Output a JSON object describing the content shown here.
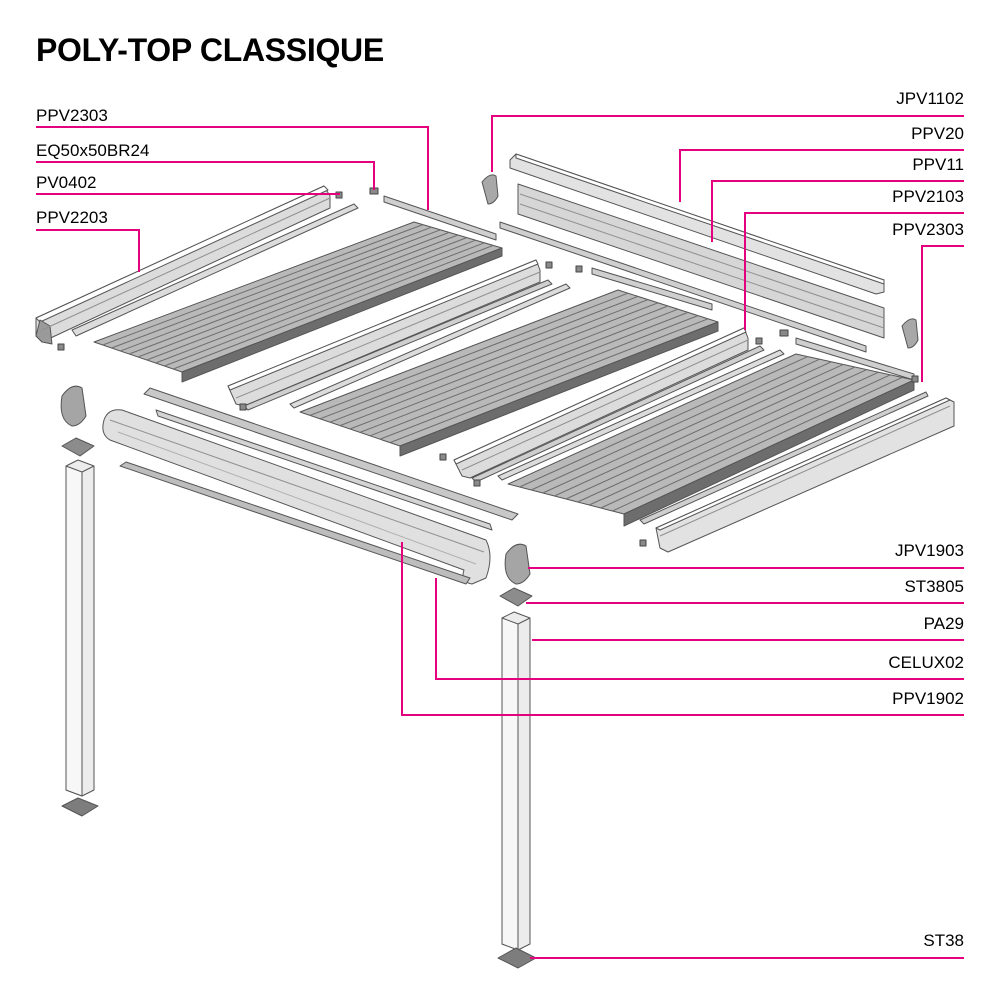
{
  "title": "POLY-TOP CLASSIQUE",
  "colors": {
    "callout_line": "#e5007e",
    "metal_fill": "#dcdcdc",
    "metal_dark": "#8f8f8f",
    "slat_fill": "#b9b9b9",
    "slat_dark": "#6d6d6d",
    "outline": "#555555"
  },
  "labels_left": [
    "PPV2303",
    "EQ50x50BR24",
    "PV0402",
    "PPV2203"
  ],
  "labels_right": [
    "JPV1102",
    "PPV20",
    "PPV11",
    "PPV2103",
    "PPV2303",
    "JPV1903",
    "ST3805",
    "PA29",
    "CELUX02",
    "PPV1902",
    "ST38"
  ]
}
